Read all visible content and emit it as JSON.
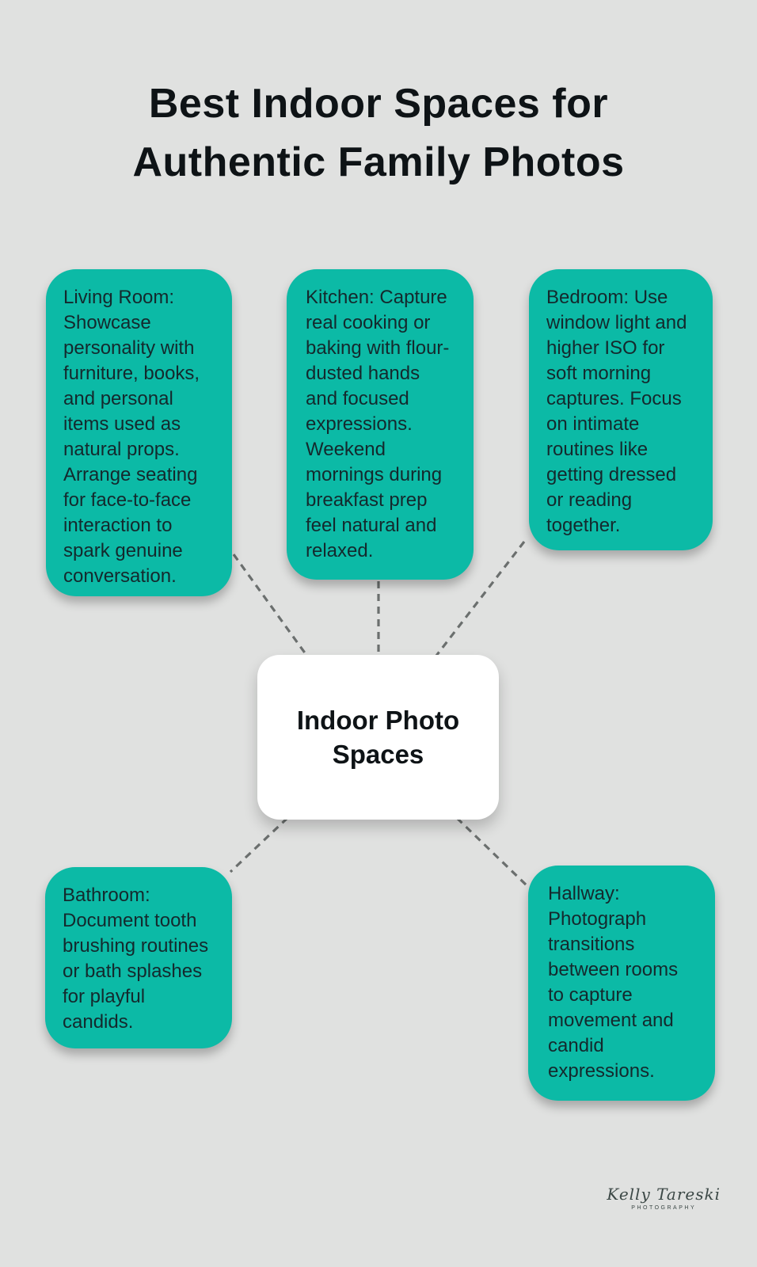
{
  "title": {
    "lines": [
      "Best Indoor Spaces for",
      "Authentic Family Photos"
    ]
  },
  "center_node": {
    "label": "Indoor Photo Spaces"
  },
  "nodes": [
    {
      "id": "living-room",
      "text": "Living Room: Showcase personality with furniture, books, and personal items used as natural props. Arrange seating for face-to-face interaction to spark genuine conversation."
    },
    {
      "id": "kitchen",
      "text": "Kitchen: Capture real cooking or baking with flour-dusted hands and focused expressions. Weekend mornings during breakfast prep feel natural and relaxed."
    },
    {
      "id": "bedroom",
      "text": "Bedroom: Use window light and higher ISO for soft morning captures. Focus on intimate routines like getting dressed or reading together."
    },
    {
      "id": "bathroom",
      "text": "Bathroom: Document tooth brushing routines or bath splashes for playful candids."
    },
    {
      "id": "hallway",
      "text": "Hallway: Photograph transitions between rooms to capture movement and candid expressions."
    }
  ],
  "signature": {
    "name": "Kelly Tareski",
    "subtitle": "PHOTOGRAPHY"
  },
  "colors": {
    "background": "#e0e1e0",
    "node_fill": "#0cbaa6",
    "center_fill": "#ffffff",
    "node_text": "#14292d",
    "title_text": "#0e1316",
    "connector": "#6b6f6e",
    "signature_text": "#3c4846"
  }
}
